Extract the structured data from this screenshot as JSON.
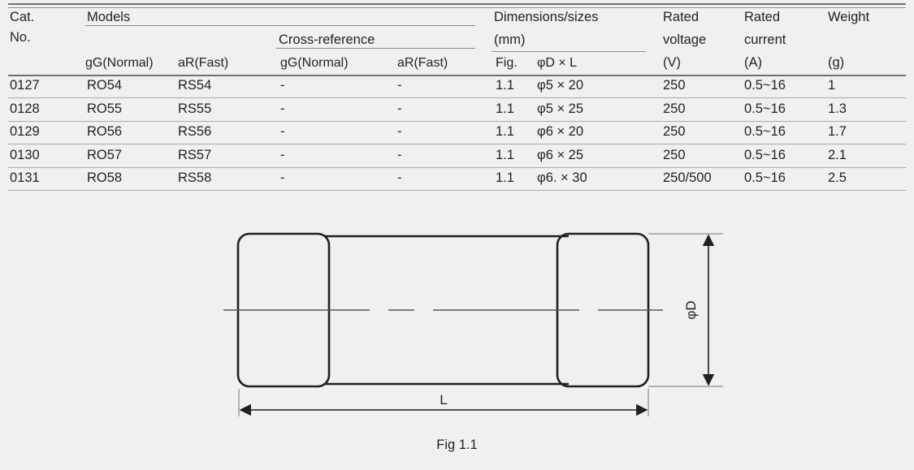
{
  "table": {
    "header": {
      "col_cat_line1": "Cat.",
      "col_cat_line2": "No.",
      "group_models": "Models",
      "group_crossref": "Cross-reference",
      "group_dimensions_line1": "Dimensions/sizes",
      "group_dimensions_line2": "(mm)",
      "col_voltage_line1": "Rated",
      "col_voltage_line2": "voltage",
      "col_voltage_unit": "(V)",
      "col_current_line1": "Rated",
      "col_current_line2": "current",
      "col_current_unit": "(A)",
      "col_weight_line1": "Weight",
      "col_weight_unit": "(g)",
      "sub_models_gg": "gG(Normal)",
      "sub_models_ar": "aR(Fast)",
      "sub_xref_gg": "gG(Normal)",
      "sub_xref_ar": "aR(Fast)",
      "sub_fig": "Fig.",
      "sub_dia_len": "φD × L"
    },
    "rows": [
      {
        "cat_no": "0127",
        "model_gg": "RO54",
        "model_ar": "RS54",
        "xref_gg": "-",
        "xref_ar": "-",
        "fig": "1.1",
        "size": "φ5 × 20",
        "voltage": "250",
        "current": "0.5~16",
        "weight": "1"
      },
      {
        "cat_no": "0128",
        "model_gg": "RO55",
        "model_ar": "RS55",
        "xref_gg": "-",
        "xref_ar": "-",
        "fig": "1.1",
        "size": "φ5 × 25",
        "voltage": "250",
        "current": "0.5~16",
        "weight": "1.3"
      },
      {
        "cat_no": "0129",
        "model_gg": "RO56",
        "model_ar": "RS56",
        "xref_gg": "-",
        "xref_ar": "-",
        "fig": "1.1",
        "size": "φ6 × 20",
        "voltage": "250",
        "current": "0.5~16",
        "weight": "1.7"
      },
      {
        "cat_no": "0130",
        "model_gg": "RO57",
        "model_ar": "RS57",
        "xref_gg": "-",
        "xref_ar": "-",
        "fig": "1.1",
        "size": "φ6 × 25",
        "voltage": "250",
        "current": "0.5~16",
        "weight": "2.1"
      },
      {
        "cat_no": "0131",
        "model_gg": "RO58",
        "model_ar": "RS58",
        "xref_gg": "-",
        "xref_ar": "-",
        "fig": "1.1",
        "size": "φ6. × 30",
        "voltage": "250/500",
        "current": "0.5~16",
        "weight": "2.5"
      }
    ]
  },
  "figure": {
    "caption": "Fig 1.1",
    "dim_length_label": "L",
    "dim_diameter_label": "φD"
  },
  "colors": {
    "background": "#eff0f1",
    "text": "#231f20",
    "rule": "#8a8d8f",
    "outline": "#231f20"
  }
}
